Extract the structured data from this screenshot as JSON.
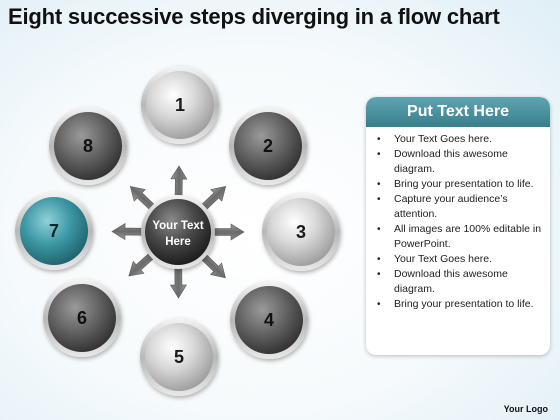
{
  "title": "Eight successive steps diverging in a flow chart",
  "hub": {
    "line1": "Your Text",
    "line2": "Here"
  },
  "nodes": [
    {
      "label": "1",
      "style": "light"
    },
    {
      "label": "2",
      "style": "dark"
    },
    {
      "label": "3",
      "style": "light"
    },
    {
      "label": "4",
      "style": "dark"
    },
    {
      "label": "5",
      "style": "light"
    },
    {
      "label": "6",
      "style": "dark"
    },
    {
      "label": "7",
      "style": "teal"
    },
    {
      "label": "8",
      "style": "dark"
    }
  ],
  "panel": {
    "header": "Put Text Here",
    "items": [
      "Your Text Goes here.",
      "Download this awesome diagram.",
      "Bring your presentation to life.",
      "Capture your audience’s attention.",
      "All images are 100% editable in PowerPoint.",
      "Your Text Goes here.",
      "Download this awesome diagram.",
      "Bring your presentation to life."
    ]
  },
  "logo": "Your Logo",
  "colors": {
    "accent": "#3a8f9c",
    "dark_node": "#5a5a5a",
    "light_node": "#c8c8c8",
    "hub": "#3f3f3f"
  }
}
